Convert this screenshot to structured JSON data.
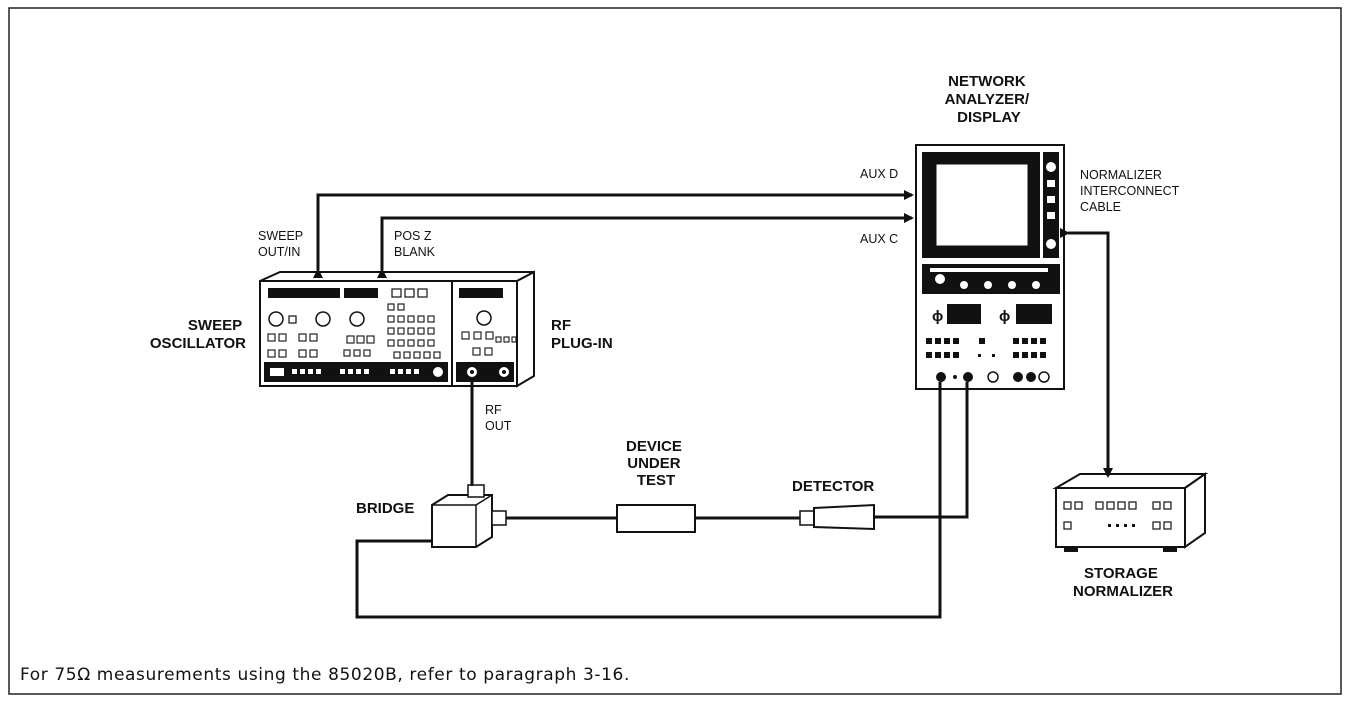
{
  "labels": {
    "network_analyzer": [
      "NETWORK",
      "ANALYZER/",
      "DISPLAY"
    ],
    "normalizer_cable": [
      "NORMALIZER",
      "INTERCONNECT",
      "CABLE"
    ],
    "aux_d": "AUX D",
    "aux_c": "AUX C",
    "sweep_out_in": [
      "SWEEP",
      "OUT/IN"
    ],
    "pos_z_blank": [
      "POS Z",
      "BLANK"
    ],
    "sweep_oscillator": [
      "SWEEP",
      "OSCILLATOR"
    ],
    "rf_plug_in": [
      "RF",
      "PLUG-IN"
    ],
    "rf_out": [
      "RF",
      "OUT"
    ],
    "device_under_test": [
      "DEVICE",
      "UNDER",
      "TEST"
    ],
    "detector": "DETECTOR",
    "bridge": "BRIDGE",
    "storage_normalizer": [
      "STORAGE",
      "NORMALIZER"
    ],
    "phase_symbol": "ϕ"
  },
  "caption": "For 75Ω measurements using the 85020B, refer to paragraph 3-16."
}
